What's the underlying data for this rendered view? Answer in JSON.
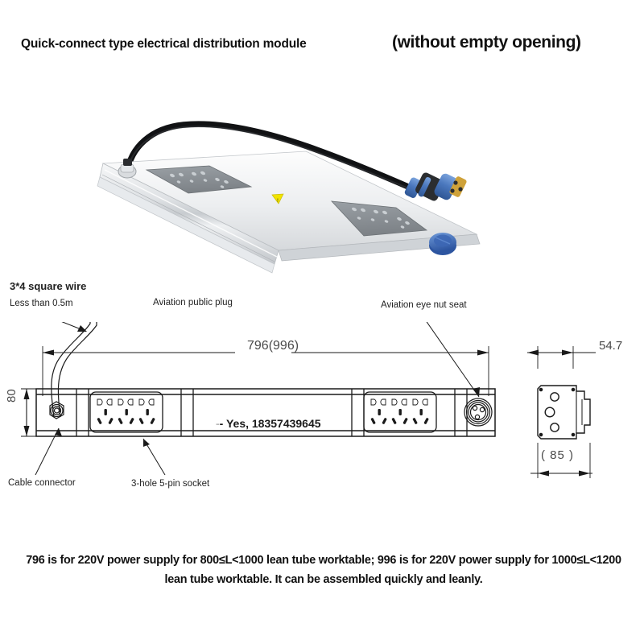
{
  "header": {
    "title": "Quick-connect type electrical distribution module",
    "qualifier": "(without empty opening)"
  },
  "photo": {
    "alt_name": "product-photo-power-rail",
    "body_color": "#e9ebed",
    "plate_color": "#8a8f94",
    "cable_color": "#1a1a1a",
    "connector_color": "#4f7fc4",
    "warning_color": "#f5e000"
  },
  "annotations": {
    "wire_spec": "3*4 square wire",
    "wire_length": "Less than 0.5m",
    "aviation_plug": "Aviation public plug",
    "eye_nut_seat": "Aviation eye nut seat",
    "cable_connector": "Cable connector",
    "socket_type": "3-hole 5-pin socket"
  },
  "dimensions": {
    "length": "796(996)",
    "height": "80",
    "depth": "54.7",
    "width": "( 85 )"
  },
  "drawing": {
    "marking_dash": "-",
    "marking_text": "- Yes, 18357439645",
    "socket_groups": 2,
    "outlets_per_group": 3
  },
  "caption": {
    "line1": "796 is for 220V power supply for 800≤L<1000 lean tube worktable; 996 is for 220V power",
    "line2": "supply for 1000≤L<1200 lean tube worktable. It can be assembled quickly and leanly."
  }
}
